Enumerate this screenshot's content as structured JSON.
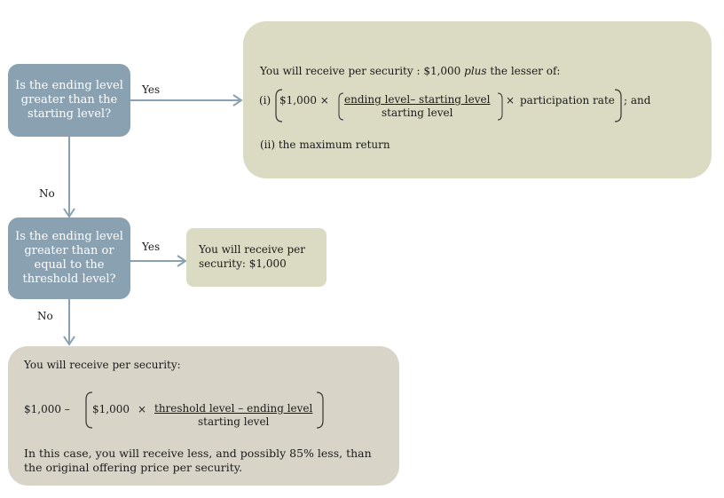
{
  "nodes": {
    "q1": "Is the ending level greater than the starting level?",
    "q2": "Is the ending level greater than or equal to the threshold level?"
  },
  "edges": {
    "q1_yes": "Yes",
    "q1_no": "No",
    "q2_yes": "Yes",
    "q2_no": "No"
  },
  "result_gain": {
    "intro_prefix": "You will receive per security : $1,000 ",
    "intro_plus": "plus",
    "intro_suffix": " the lesser of:",
    "item_i_label": "(i)",
    "item_i_amount": "$1,000 ×",
    "item_i_numerator": "ending level– starting level",
    "item_i_denominator": "starting level",
    "item_i_times": "×",
    "item_i_rate": "participation rate",
    "item_i_suffix": "; and",
    "item_ii": "(ii) the maximum return"
  },
  "result_par": {
    "text": "You will receive per security: $1,000"
  },
  "result_loss": {
    "intro": "You will receive per security:",
    "lhs": "$1,000 –",
    "inner_amount": "$1,000",
    "times": "×",
    "numerator": "threshold level – ending level",
    "denominator": "starting level",
    "note": "In this case, you will receive less, and possibly 85% less, than the original offering price per security."
  }
}
